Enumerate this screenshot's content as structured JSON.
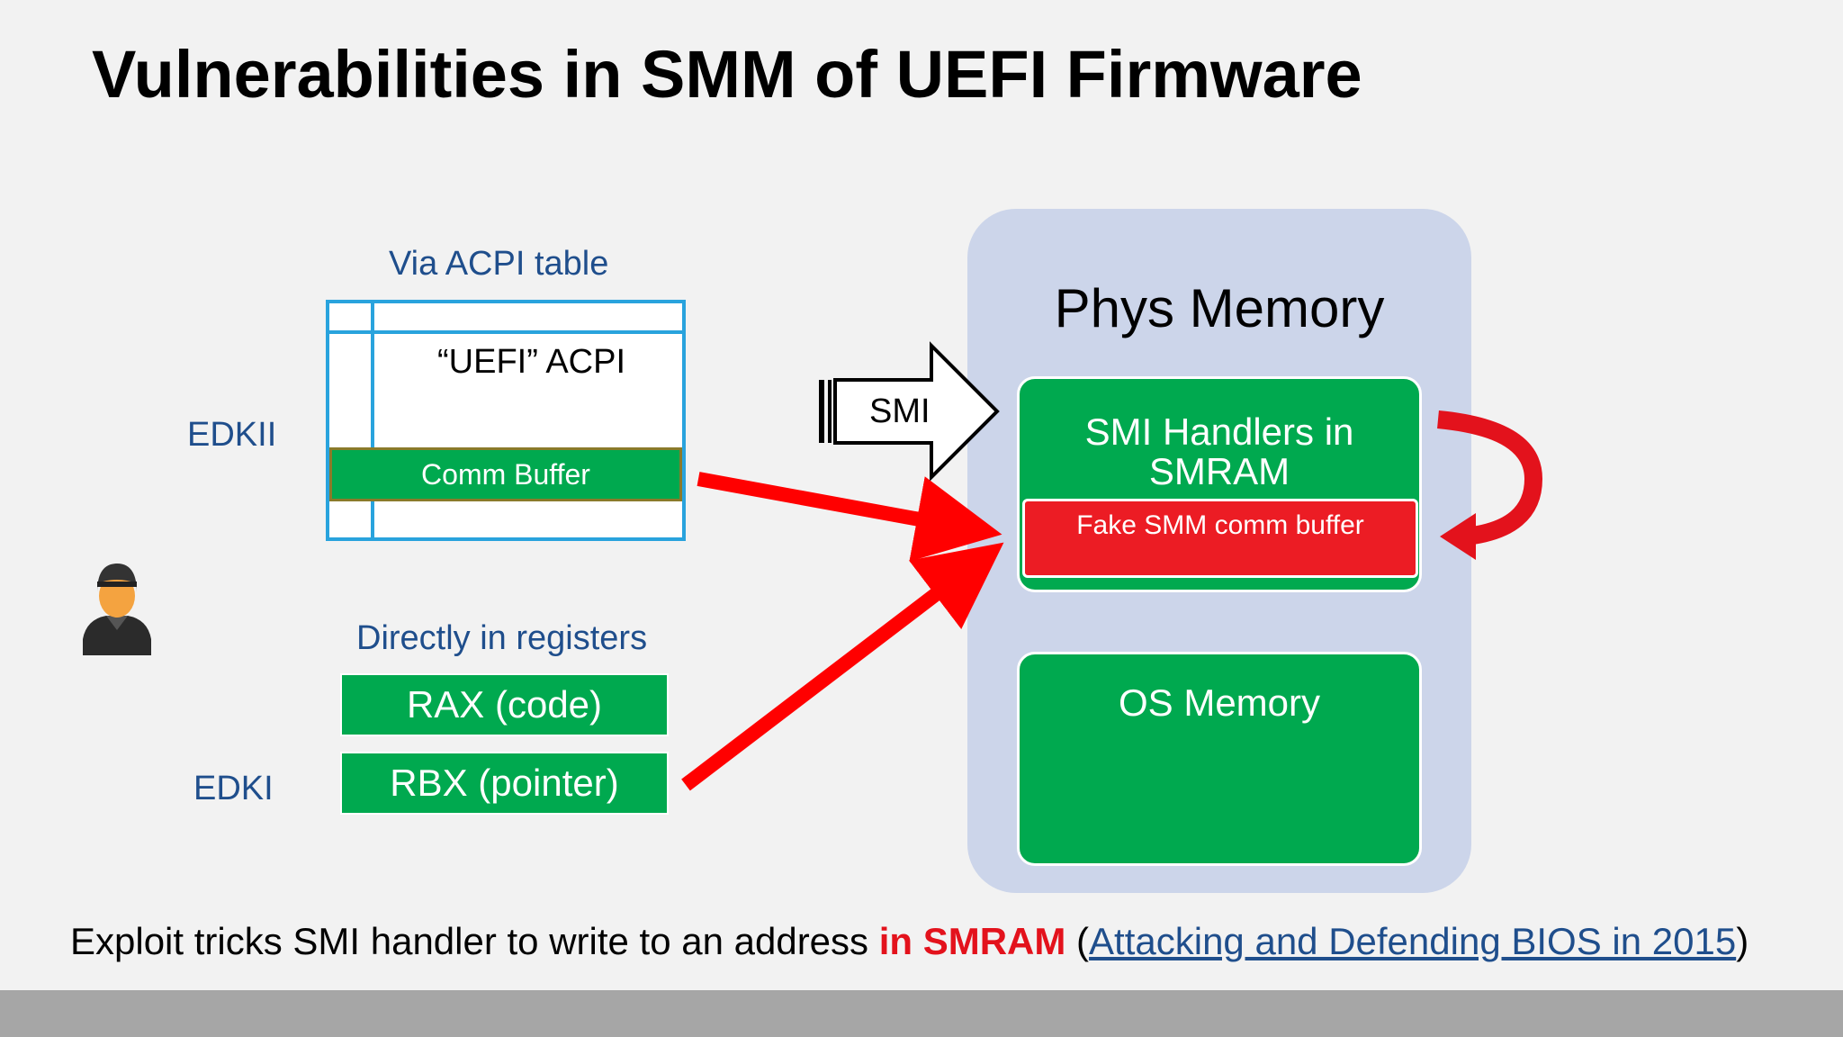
{
  "slide": {
    "title": "Vulnerabilities in SMM of UEFI Firmware"
  },
  "left": {
    "via_label": "Via ACPI table",
    "edkii_label": "EDKII",
    "acpi_label": "“UEFI” ACPI",
    "comm_buffer_label": "Comm Buffer",
    "direct_label": "Directly in registers",
    "rax_label": "RAX (code)",
    "rbx_label": "RBX (pointer)",
    "edki_label": "EDKI"
  },
  "smi_arrow": {
    "label": "SMI"
  },
  "phys_memory": {
    "title": "Phys Memory",
    "smi_handlers_label": "SMI Handlers in SMRAM",
    "fake_buffer_label": "Fake SMM comm buffer",
    "os_memory_label": "OS Memory"
  },
  "footer_note": {
    "prefix": "Exploit tricks SMI handler to write to an address ",
    "highlight": "in SMRAM",
    "open_paren": " (",
    "link_text": "Attacking and Defending BIOS in 2015",
    "close_paren": ")"
  },
  "colors": {
    "green": "#00a94f",
    "red": "#ec1c24",
    "blue_text": "#1f4e8c",
    "table_border": "#29a3dd",
    "panel": "#ccd5ea"
  },
  "icons": [
    "hacker-icon",
    "smi-arrow-icon"
  ]
}
